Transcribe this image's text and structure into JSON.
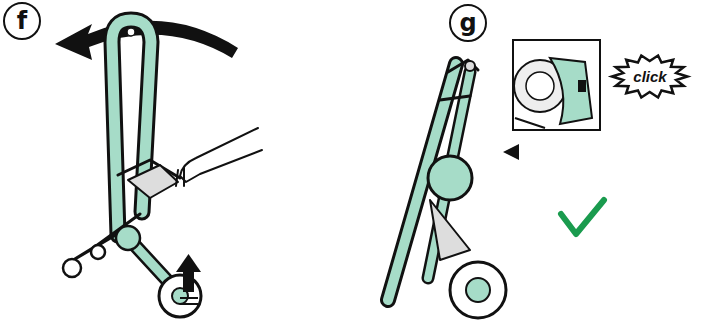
{
  "diagram": {
    "nodes": [
      {
        "text": [
          "f"
        ]
      },
      {
        "text": [
          "g"
        ]
      },
      {
        "text": [
          "click"
        ]
      }
    ]
  }
}
